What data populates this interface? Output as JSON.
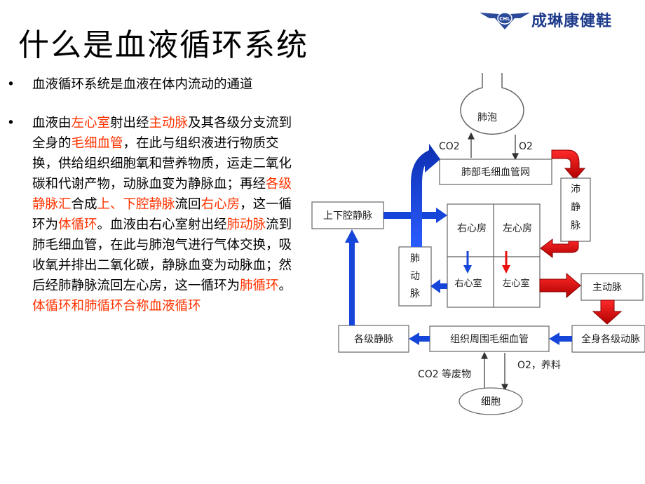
{
  "slide": {
    "title": "什么是血液循环系统",
    "logo": {
      "abbr": "CHL",
      "name": "成琳康健鞋"
    },
    "bullets": [
      {
        "dot": "•",
        "text": "血液循环系统是血液在体内流动的通道"
      },
      {
        "dot": "•",
        "segments": [
          {
            "t": "血液由",
            "red": false
          },
          {
            "t": "左心室",
            "red": true
          },
          {
            "t": "射出经",
            "red": false
          },
          {
            "t": "主动脉",
            "red": true
          },
          {
            "t": "及其各级分支流到全身的",
            "red": false
          },
          {
            "t": "毛细血管",
            "red": true
          },
          {
            "t": "，在此与组织液进行物质交换，供给组织细胞氧和营养物质，运走二氧化碳和代谢产物，动脉血变为静脉血；再经",
            "red": false
          },
          {
            "t": "各级静脉汇",
            "red": true
          },
          {
            "t": "合成",
            "red": false
          },
          {
            "t": "上、下腔静脉",
            "red": true
          },
          {
            "t": "流回",
            "red": false
          },
          {
            "t": "右心房",
            "red": true
          },
          {
            "t": "，这一循环为",
            "red": false
          },
          {
            "t": "体循环",
            "red": true
          },
          {
            "t": "。血液由右心室射出经",
            "red": false
          },
          {
            "t": "肺动脉",
            "red": true
          },
          {
            "t": "流到肺毛细血管，在此与肺泡气进行气体交换，吸收氧并排出二氧化碳，静脉血变为动脉血；然后经肺静脉流回左心房，这一循环为",
            "red": false
          },
          {
            "t": "肺循环",
            "red": true
          },
          {
            "t": "。",
            "red": false
          },
          {
            "t": "体循环和肺循环合称血液循环",
            "red": true
          }
        ]
      }
    ]
  },
  "diagram": {
    "alveoli": "肺泡",
    "co2_top": "CO2",
    "o2_top": "O2",
    "pulmonary_capillaries": "肺部毛细血管网",
    "pulmonary_vein": [
      "沛",
      "静",
      "脉"
    ],
    "venae_cavae": "上下腔静脉",
    "right_atrium": "右心房",
    "left_atrium": "左心房",
    "right_ventricle": "右心室",
    "left_ventricle": "左心室",
    "pulmonary_artery": [
      "肺",
      "动",
      "脉"
    ],
    "aorta": "主动脉",
    "arteries_all": "全身各级动脉",
    "veins_all": "各级静脉",
    "tissue_capillaries": "组织周围毛细血管",
    "co2_waste": "CO2 等废物",
    "o2_nutrients": "O2，养料",
    "cell": "细胞",
    "colors": {
      "blue": "#1646d9",
      "red": "#e81010",
      "dark_red": "#9a0000",
      "box": "#666666"
    }
  }
}
